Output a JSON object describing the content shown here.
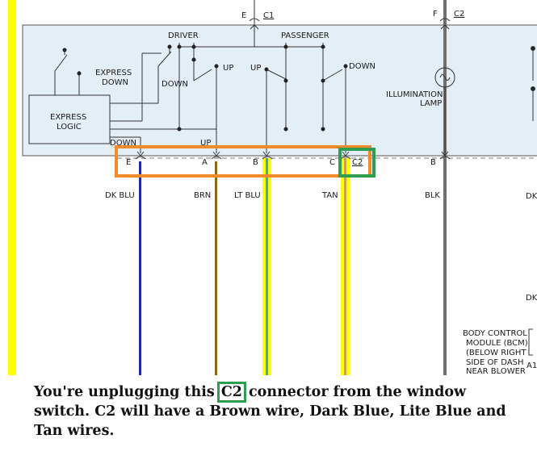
{
  "labels": {
    "e_top": "E",
    "c1": "C1",
    "f_top": "F",
    "c2_top": "C2",
    "driver": "DRIVER",
    "passenger": "PASSENGER",
    "express_down_1": "EXPRESS",
    "express_down_2": "DOWN",
    "down_driver": "DOWN",
    "up_driver": "UP",
    "up_pass": "UP",
    "down_pass": "DOWN",
    "express_logic_1": "EXPRESS",
    "express_logic_2": "LOGIC",
    "illum_1": "ILLUMINATION",
    "illum_2": "LAMP",
    "down_bottom": "DOWN",
    "up_bottom": "UP",
    "pin_e": "E",
    "pin_a": "A",
    "pin_b": "B",
    "pin_c": "C",
    "pin_c2": "C2",
    "pin_b2": "B",
    "wire_dkblu": "DK BLU",
    "wire_brn": "BRN",
    "wire_ltblu": "LT BLU",
    "wire_tan": "TAN",
    "wire_blk": "BLK",
    "dk_right_1": "DK",
    "dk_right_2": "DK",
    "bcm_1": "BODY CONTROL",
    "bcm_2": "MODULE (BCM)",
    "bcm_3": "(BELOW RIGHT",
    "bcm_4": "SIDE OF DASH",
    "bcm_5": "NEAR BLOWER",
    "a1": "A1"
  },
  "caption": {
    "before": "You're unplugging this ",
    "highlight": "C2",
    "after": " connector from the window switch. C2 will have a Brown wire, Dark Blue, Lite Blue and Tan wires."
  },
  "colors": {
    "box_fill": "#e4eef6",
    "yellow_bar": "#ffff00",
    "orange_box": "#f08a2a",
    "green_box": "#2e9e4e",
    "dk_blu": "#1a2aa8",
    "brn": "#8b6914",
    "lt_blu": "#38a8c8",
    "tan": "#c8a050",
    "blk": "#606060"
  }
}
